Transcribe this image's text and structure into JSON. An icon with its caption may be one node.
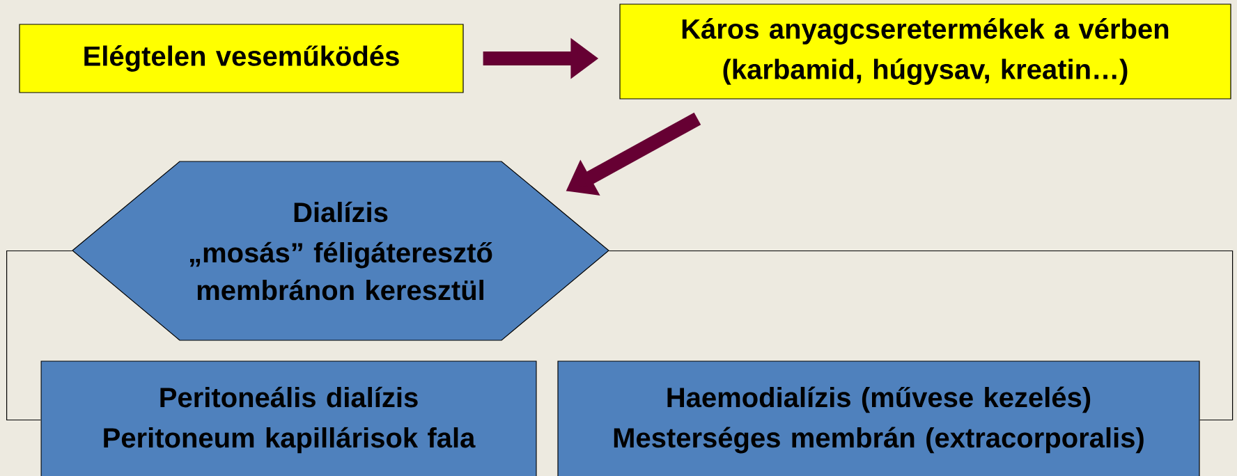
{
  "diagram": {
    "nodes": [
      {
        "text": [
          "Elégtelen veseműködés"
        ]
      },
      {
        "text": [
          "Káros anyagcseretermékek a vérben",
          "(karbamid, húgysav, kreatin…)"
        ]
      },
      {
        "text": [
          "Dialízis",
          "„mosás” féligáteresztő membránon keresztül"
        ]
      },
      {
        "text": [
          "Peritoneális dialízis",
          "Peritoneum kapillárisok fala"
        ]
      },
      {
        "text": [
          "Haemodialízis (művese kezelés)",
          "Mesterséges membrán (extracorporalis)"
        ]
      }
    ],
    "edges": [
      {
        "from": 0,
        "to": 1,
        "arrow": "to",
        "style": "thick"
      },
      {
        "from": 1,
        "to": 2,
        "arrow": "to",
        "style": "thick"
      },
      {
        "from": 2,
        "to": 3,
        "arrow": "none",
        "color": "#000000"
      },
      {
        "from": 2,
        "to": 4,
        "arrow": "none",
        "color": "#000000"
      }
    ]
  }
}
